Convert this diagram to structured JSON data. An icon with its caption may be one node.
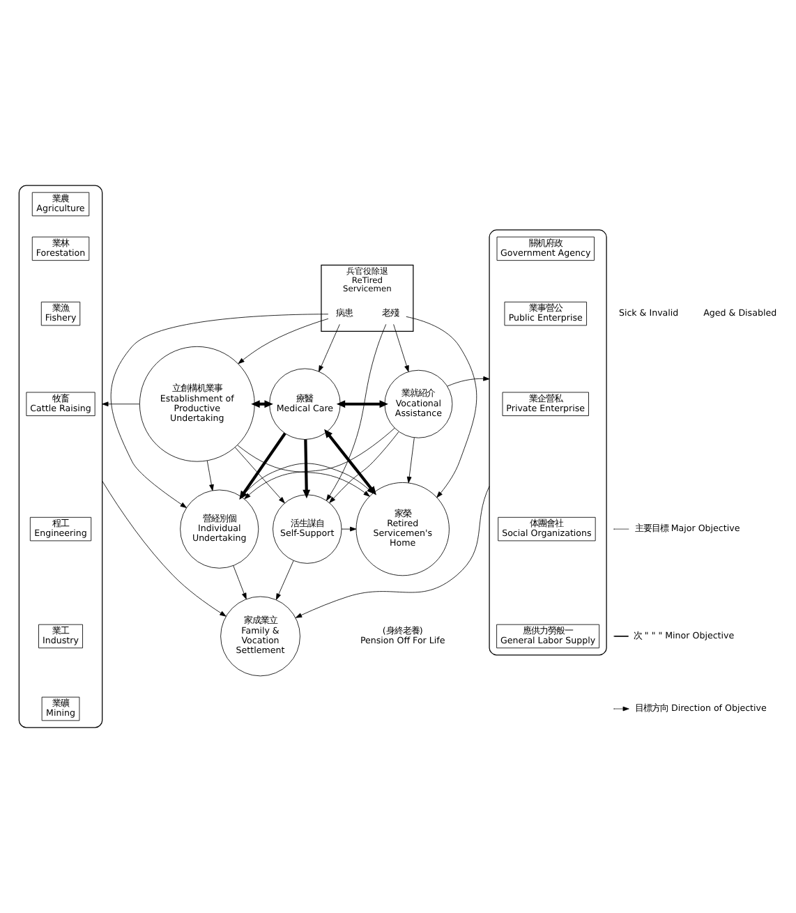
{
  "diagram": {
    "nodes": [
      {
        "text": [
          "兵官役除退",
          "ReTired Servicemen"
        ]
      },
      {
        "text": [
          "病患"
        ],
        "in": 0
      },
      {
        "text": [
          "老殘"
        ],
        "in": 0
      },
      {
        "text": [],
        "shape": "box"
      },
      {
        "text": [
          "業農",
          "Agriculture"
        ],
        "in": 3
      },
      {
        "text": [
          "業林",
          "Forestation"
        ],
        "in": 3
      },
      {
        "text": [
          "業漁",
          "Fishery"
        ],
        "in": 3
      },
      {
        "text": [
          "牧畜",
          "Cattle Raising"
        ],
        "in": 3
      },
      {
        "text": [
          "程工",
          "Engineering"
        ],
        "in": 3
      },
      {
        "text": [
          "業工",
          "Industry"
        ],
        "in": 3
      },
      {
        "text": [
          "業礦",
          "Mining"
        ],
        "in": 3
      },
      {
        "text": [],
        "shape": "box"
      },
      {
        "text": [
          "關机府政",
          "Government Agency"
        ],
        "in": 11
      },
      {
        "text": [
          "業事營公",
          "Public Enterprise"
        ],
        "in": 11
      },
      {
        "text": [
          "業企營私",
          "Private Enterprise"
        ],
        "in": 11
      },
      {
        "text": [
          "体團會社",
          "Social Organizations"
        ],
        "in": 11
      },
      {
        "text": [
          "應供力勞般一",
          "General Labor Supply"
        ],
        "in": 11
      },
      {
        "text": [
          "立創構机業事",
          "Establishment of Productive Undertaking"
        ]
      },
      {
        "text": [
          "療醫",
          "Medical Care"
        ]
      },
      {
        "text": [
          "業就紹介",
          "Vocational Assistance"
        ]
      },
      {
        "text": [
          "營経別個",
          "Individual Undertaking"
        ]
      },
      {
        "text": [
          "家榮",
          "Retired Servicemen's Home"
        ],
        "beside": [
          "(身終老養)",
          "Pension Off For Life"
        ]
      },
      {
        "text": [
          "活生謀自",
          "Self-Support"
        ]
      },
      {
        "text": [
          "家成業立",
          "Family & Vocation Settlement"
        ]
      }
    ],
    "edges": [
      {
        "from": 1,
        "to": 17,
        "arrow": "to"
      },
      {
        "from": 1,
        "to": 18,
        "arrow": "to"
      },
      {
        "from": 1,
        "to": 20,
        "arrow": "to"
      },
      {
        "from": 2,
        "to": 21,
        "arrow": "to"
      },
      {
        "from": 2,
        "to": 22,
        "arrow": "to"
      },
      {
        "from": 2,
        "to": 19,
        "arrow": "to"
      },
      {
        "from": 17,
        "to": 3,
        "arrow": "to"
      },
      {
        "from": 19,
        "to": 11,
        "arrow": "to"
      },
      {
        "from": 17,
        "to": 18,
        "arrow": "both",
        "style": "thick"
      },
      {
        "from": 18,
        "to": 19,
        "arrow": "both",
        "style": "thick"
      },
      {
        "from": 18,
        "to": 20,
        "arrow": "to",
        "style": "thick"
      },
      {
        "from": 18,
        "to": 21,
        "arrow": "both",
        "style": "thick"
      },
      {
        "from": 18,
        "to": 22,
        "arrow": "to",
        "style": "thick"
      },
      {
        "from": 17,
        "to": 20,
        "arrow": "to"
      },
      {
        "from": 17,
        "to": 21,
        "arrow": "to"
      },
      {
        "from": 17,
        "to": 22,
        "arrow": "to"
      },
      {
        "from": 19,
        "to": 20,
        "arrow": "to"
      },
      {
        "from": 19,
        "to": 21,
        "arrow": "to"
      },
      {
        "from": 19,
        "to": 22,
        "arrow": "to"
      },
      {
        "from": 20,
        "to": 21,
        "arrow": "to"
      },
      {
        "from": 22,
        "to": 21,
        "arrow": "to"
      },
      {
        "from": 20,
        "to": 23,
        "arrow": "to"
      },
      {
        "from": 22,
        "to": 23,
        "arrow": "to"
      },
      {
        "from": 3,
        "to": 23,
        "arrow": "to"
      },
      {
        "from": 11,
        "to": 23,
        "arrow": "to"
      }
    ],
    "labels": [
      "Sick & Invalid",
      "Aged & Disabled"
    ],
    "legend": [
      {
        "text": "主要目標 Major Objective"
      },
      {
        "text": "次 \" \" \" Minor Objective"
      },
      {
        "text": "目標方向 Direction of Objective"
      }
    ]
  }
}
